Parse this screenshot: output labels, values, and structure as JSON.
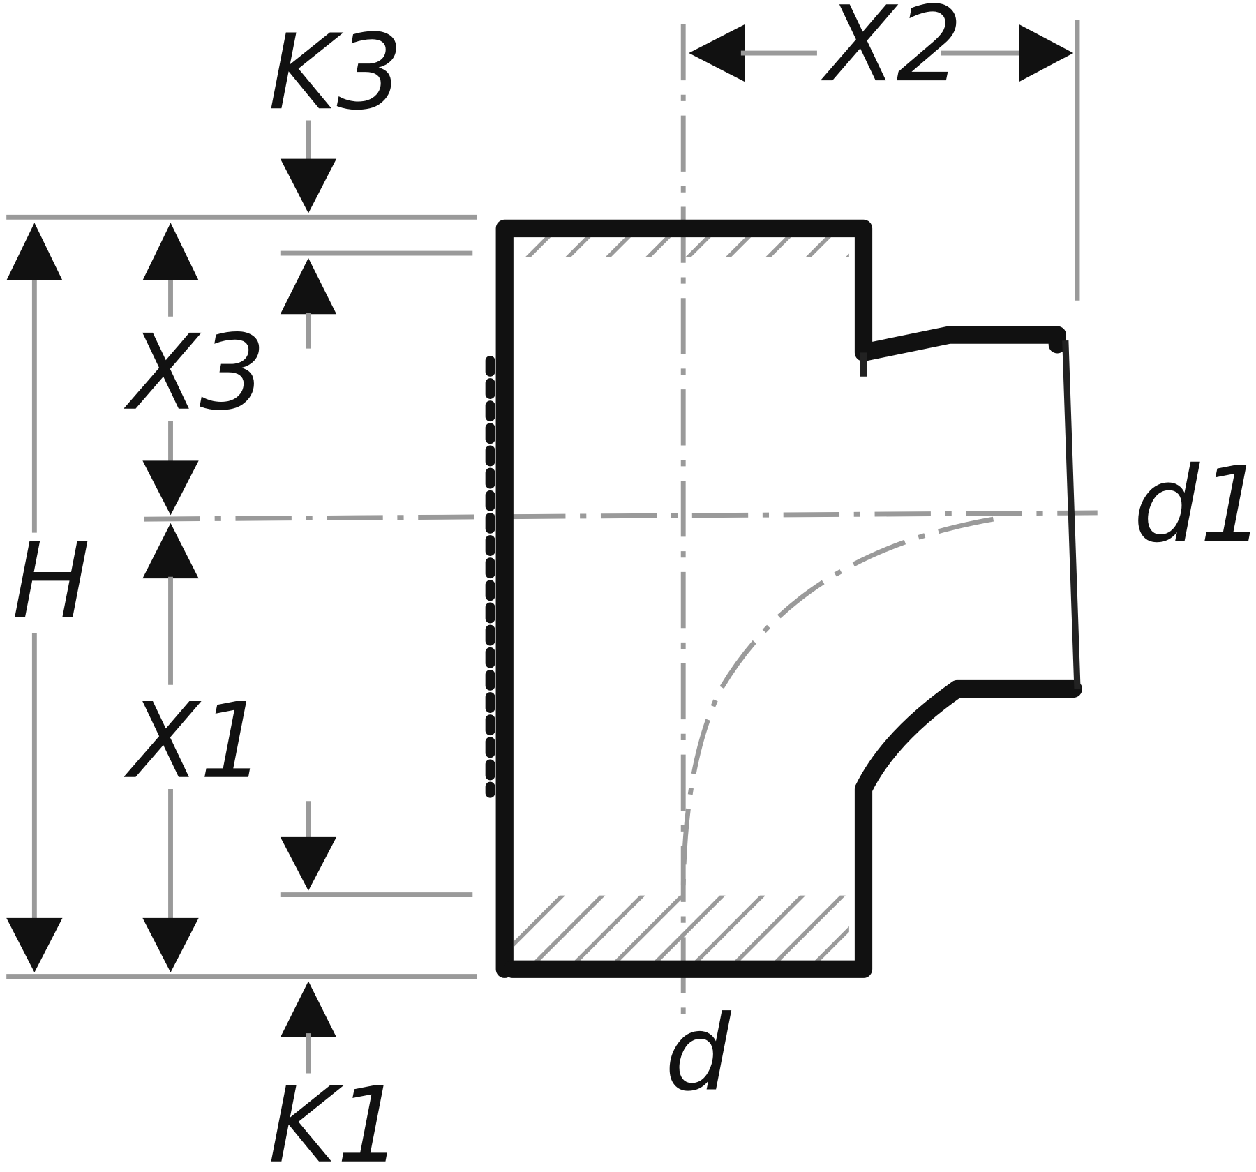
{
  "diagram": {
    "type": "technical-drawing",
    "subject": "pipe tee fitting dimension drawing",
    "labels": {
      "k3": "K3",
      "x2": "X2",
      "x3": "X3",
      "h": "H",
      "x1": "X1",
      "d1": "d1",
      "d": "d",
      "k1": "K1"
    },
    "colors": {
      "outline": "#111111",
      "dimension_lines": "#9a9a9a",
      "background": "#ffffff"
    }
  }
}
